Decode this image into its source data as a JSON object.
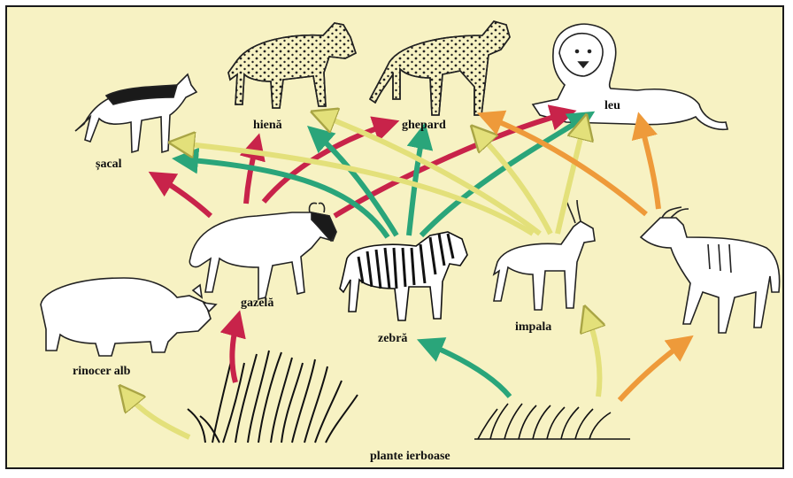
{
  "labels": {
    "jackal": "șacal",
    "hyena": "hienă",
    "cheetah": "ghepard",
    "lion": "leu",
    "wildebeest": "gazelă",
    "zebra": "zebră",
    "impala": "impala",
    "rhino": "rinocer alb",
    "grass": "plante ierboase"
  },
  "colors": {
    "background": "#f7f2c3",
    "red": "#c8234a",
    "green": "#2aa57a",
    "yellow": "#e3e07a",
    "orange": "#ee9a3a"
  },
  "icons": {
    "jackal": "jackal-drawing",
    "hyena": "hyena-drawing",
    "cheetah": "cheetah-drawing",
    "lion": "lion-drawing",
    "wildebeest": "wildebeest-drawing",
    "zebra": "zebra-drawing",
    "impala": "impala-drawing",
    "eland": "eland-drawing",
    "rhino": "rhino-drawing",
    "grass": "grass-drawing"
  }
}
